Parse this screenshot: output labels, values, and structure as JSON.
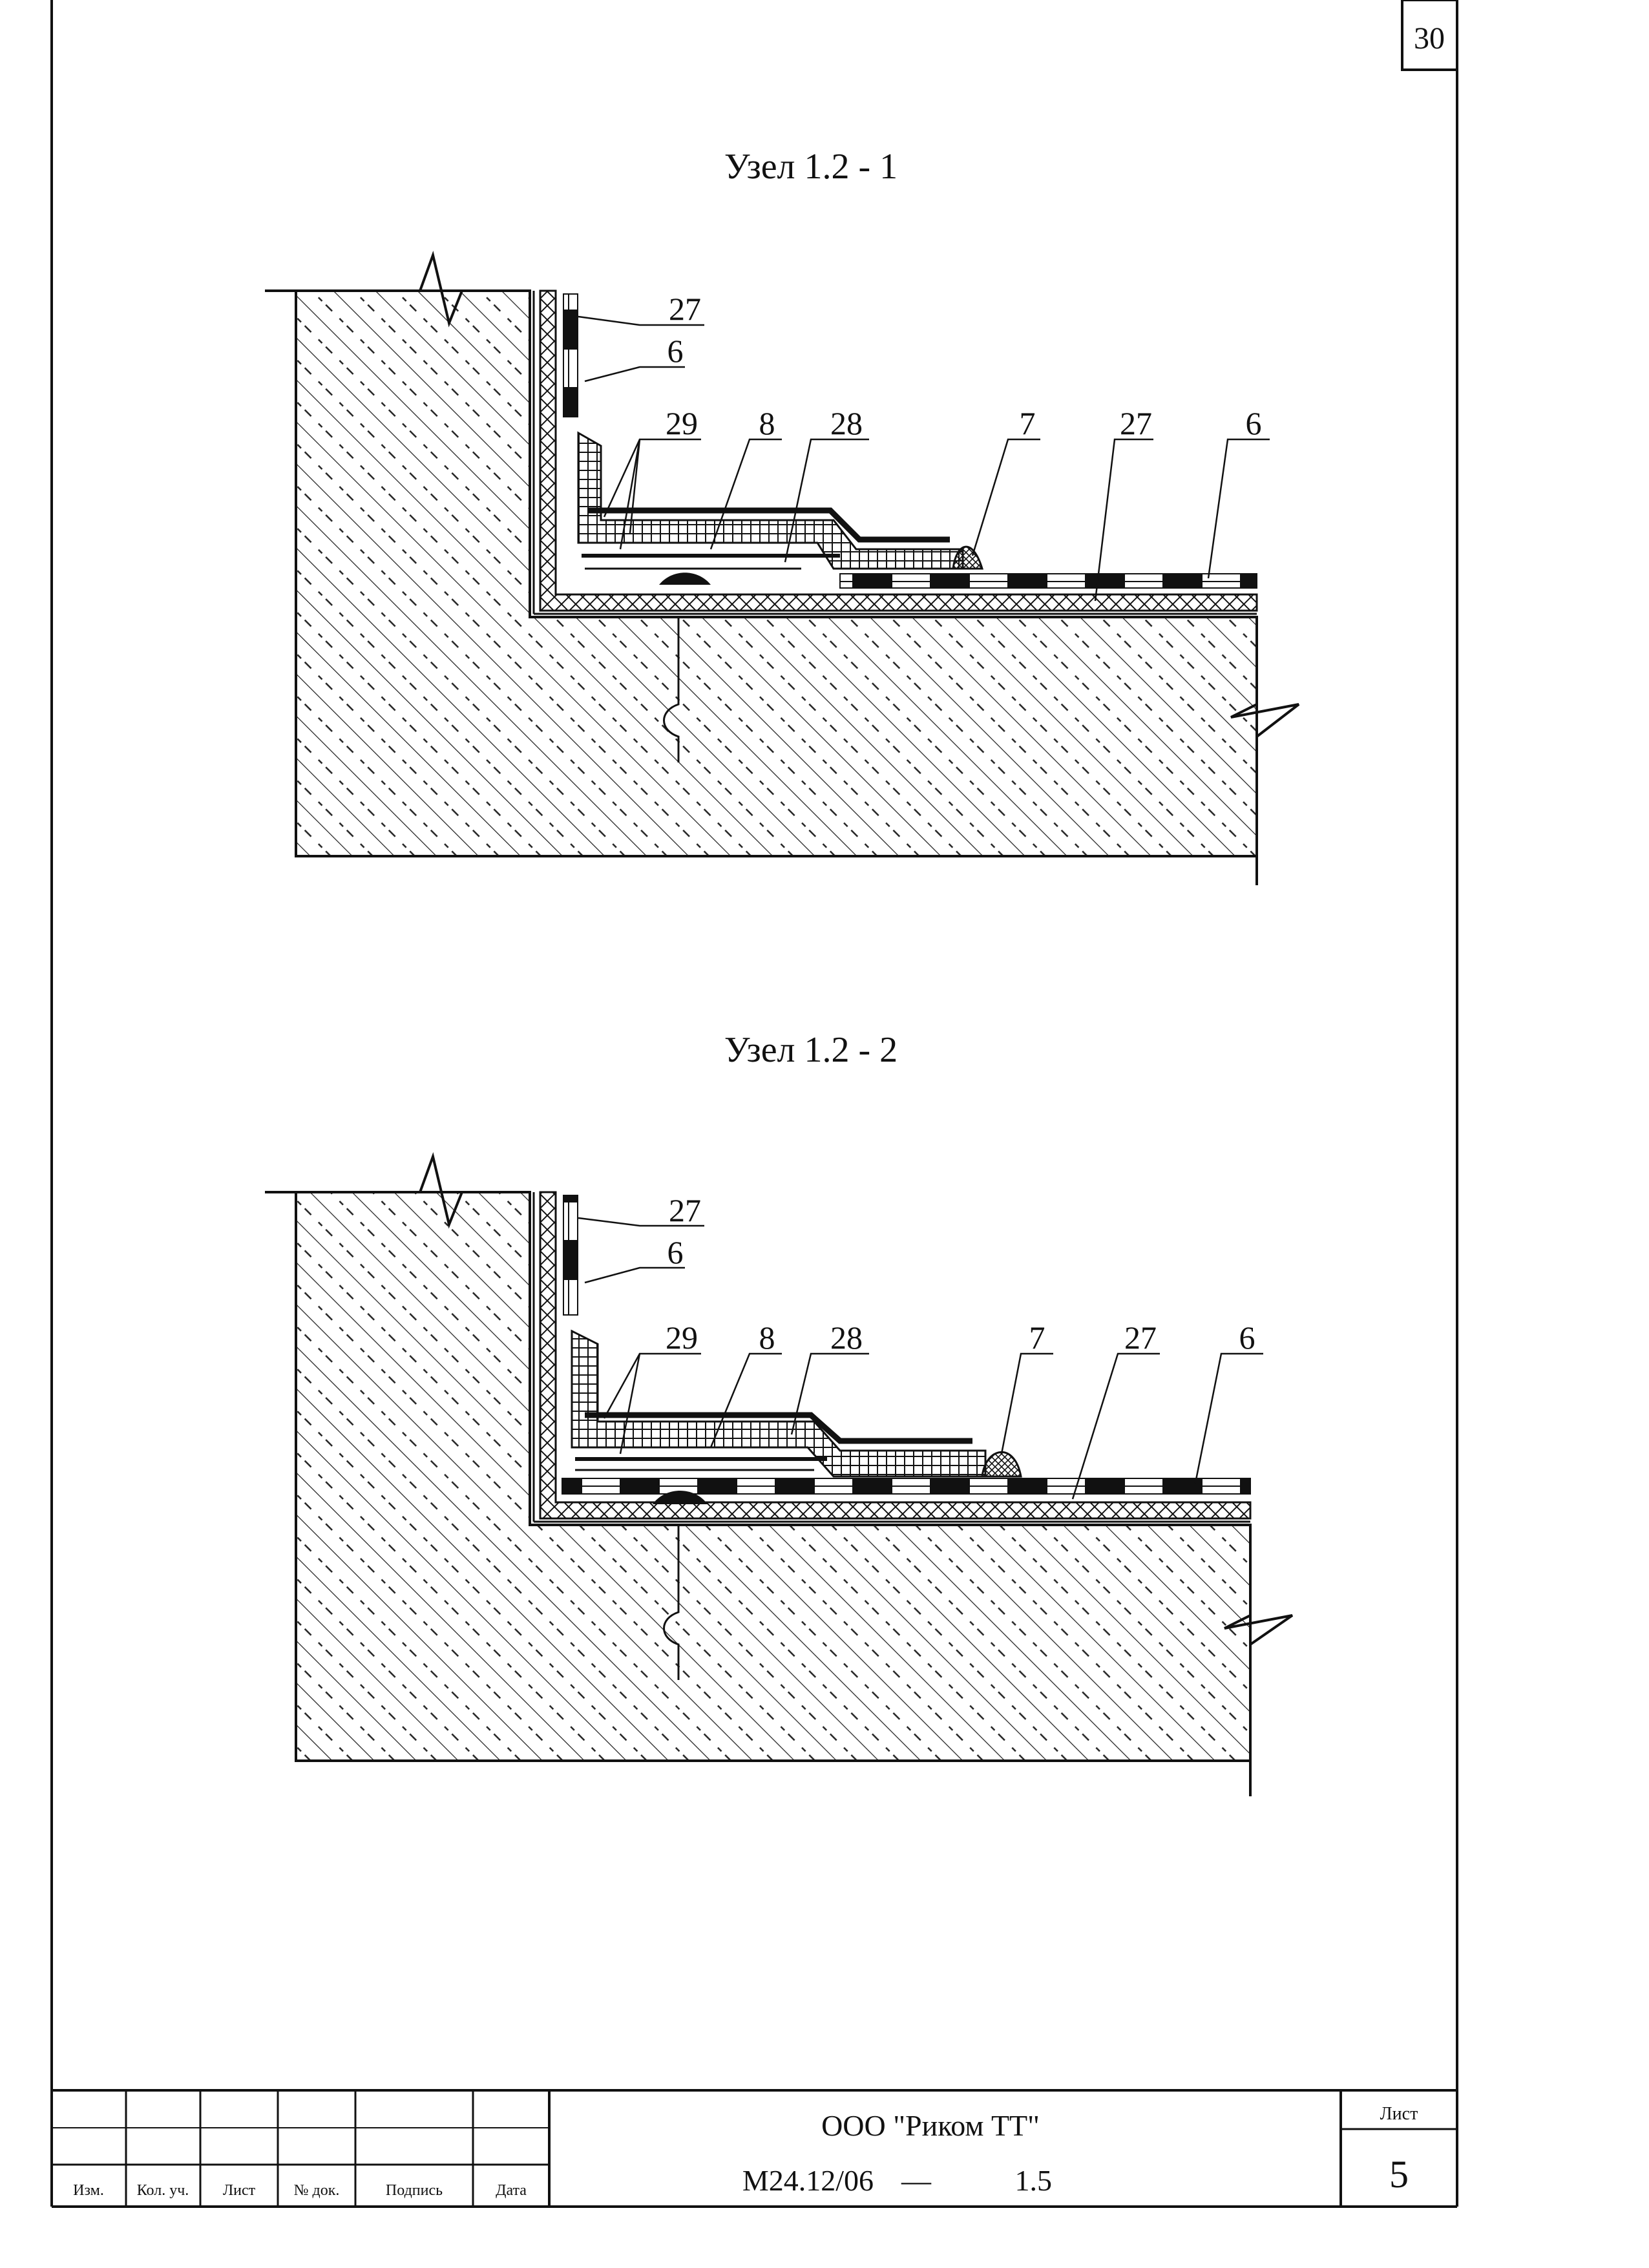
{
  "page_number": "30",
  "nodes": [
    {
      "title": "Узел 1.2 - 1",
      "callouts": [
        "27",
        "6",
        "29",
        "8",
        "28",
        "7",
        "27",
        "6"
      ]
    },
    {
      "title": "Узел 1.2 - 2",
      "callouts": [
        "27",
        "6",
        "29",
        "8",
        "28",
        "7",
        "27",
        "6"
      ]
    }
  ],
  "title_block": {
    "headers": [
      "Изм.",
      "Кол. уч.",
      "Лист",
      "№ док.",
      "Подпись",
      "Дата"
    ],
    "organization": "ООО \"Риком ТТ\"",
    "document_code": "М24.12/06",
    "dash": "—",
    "section": "1.5",
    "sheet_label": "Лист",
    "sheet_number": "5"
  }
}
